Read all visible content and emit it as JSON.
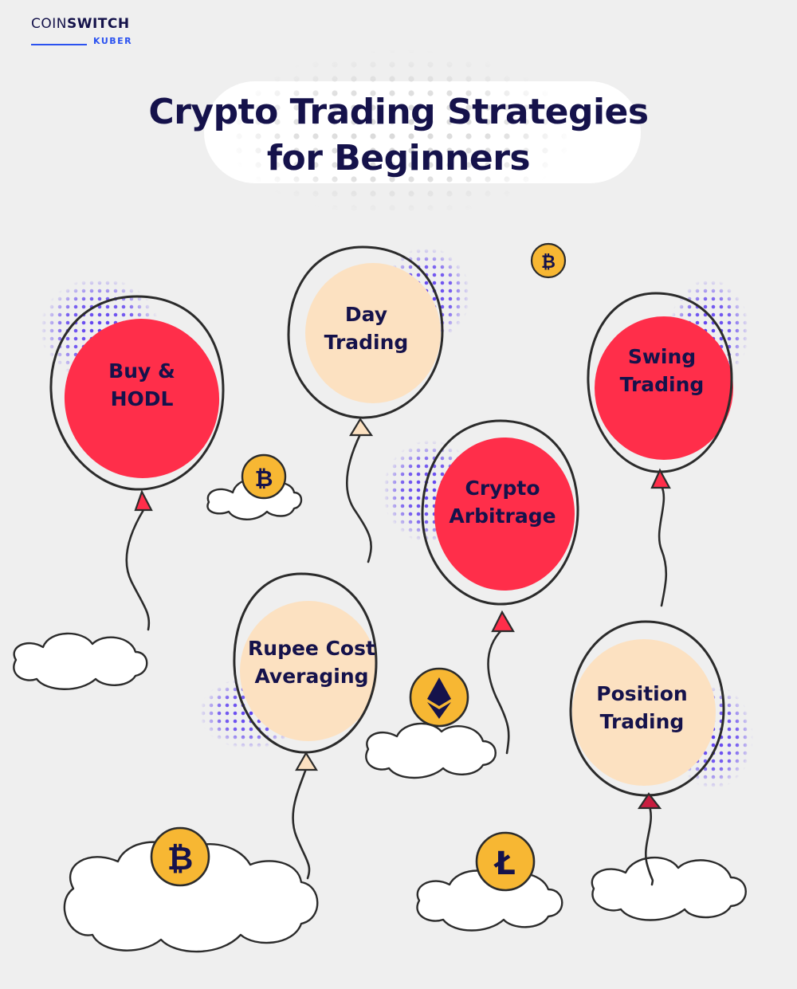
{
  "brand": {
    "line1_light": "COIN",
    "line1_bold": "SWITCH",
    "line2": "KUBER"
  },
  "title": {
    "line1": "Crypto Trading Strategies",
    "line2": "for Beginners"
  },
  "balloons": [
    {
      "line1": "Buy &",
      "line2": "HODL",
      "color": "#ff2e4a"
    },
    {
      "line1": "Day",
      "line2": "Trading",
      "color": "#fce1c1"
    },
    {
      "line1": "Swing",
      "line2": "Trading",
      "color": "#ff2e4a"
    },
    {
      "line1": "Crypto",
      "line2": "Arbitrage",
      "color": "#ff2e4a"
    },
    {
      "line1": "Rupee Cost",
      "line2": "Averaging",
      "color": "#fce1c1"
    },
    {
      "line1": "Position",
      "line2": "Trading",
      "color": "#fce1c1"
    }
  ],
  "colors": {
    "navy": "#15124b",
    "accent_blue": "#2b52f0",
    "dots": "#5b3cf0",
    "coin": "#f7b733",
    "background": "#efefef"
  },
  "coins": [
    "bitcoin-icon",
    "bitcoin-icon",
    "ethereum-icon",
    "bitcoin-icon",
    "litecoin-icon"
  ]
}
